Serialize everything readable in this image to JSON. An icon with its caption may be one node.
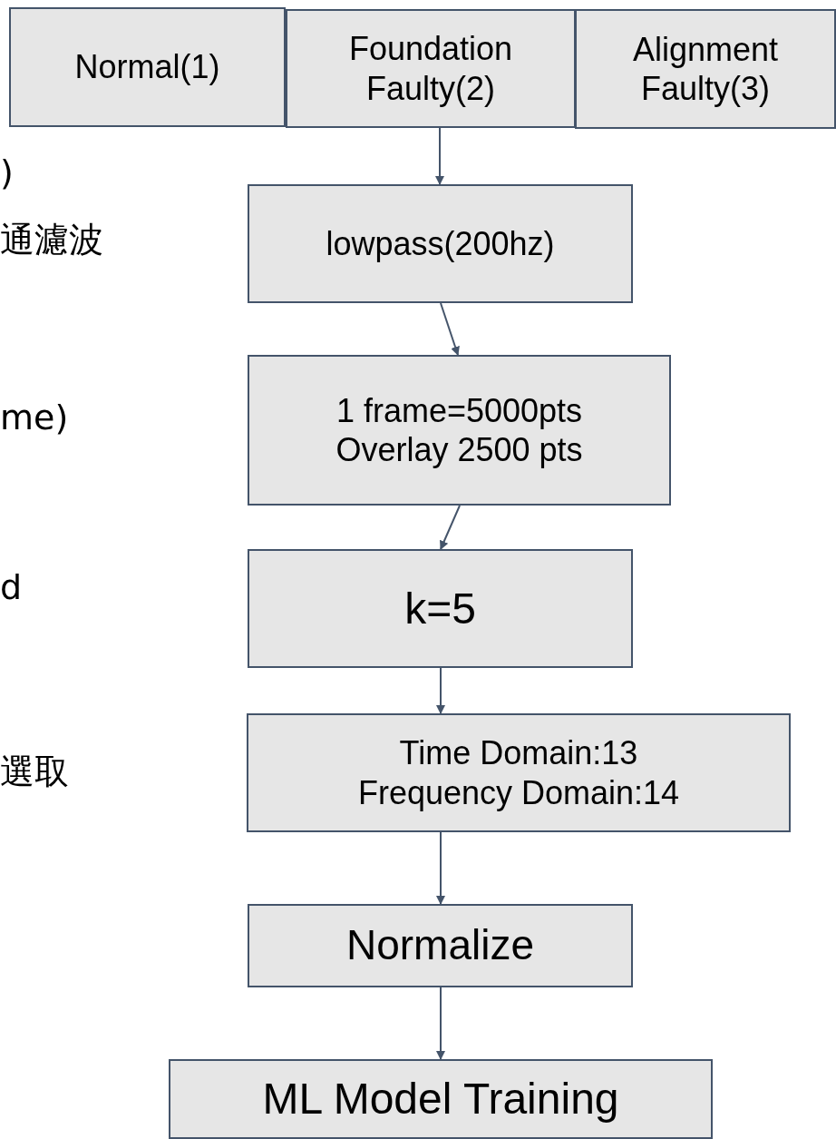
{
  "diagram": {
    "nodes": [
      {
        "text": [
          "Normal(1)"
        ]
      },
      {
        "text": [
          "Foundation Faulty(2)"
        ]
      },
      {
        "text": [
          "Alignment Faulty(3)"
        ]
      },
      {
        "text": [
          "lowpass(200hz)"
        ]
      },
      {
        "text": [
          "1 frame=5000pts Overlay 2500 pts"
        ]
      },
      {
        "text": [
          "k=5"
        ]
      },
      {
        "text": [
          "Time Domain:13 Frequency Domain:14"
        ]
      },
      {
        "text": [
          "Normalize"
        ]
      },
      {
        "text": [
          "ML Model Training"
        ]
      }
    ],
    "edges": [
      {
        "from": 1,
        "to": 3,
        "arrow": "to"
      },
      {
        "from": 3,
        "to": 4,
        "arrow": "to"
      },
      {
        "from": 4,
        "to": 5,
        "arrow": "to"
      },
      {
        "from": 5,
        "to": 6,
        "arrow": "to"
      },
      {
        "from": 6,
        "to": 7,
        "arrow": "to"
      },
      {
        "from": 7,
        "to": 8,
        "arrow": "to"
      }
    ],
    "labels": [
      ")",
      "通濾波",
      "me)",
      "d",
      "選取"
    ]
  }
}
